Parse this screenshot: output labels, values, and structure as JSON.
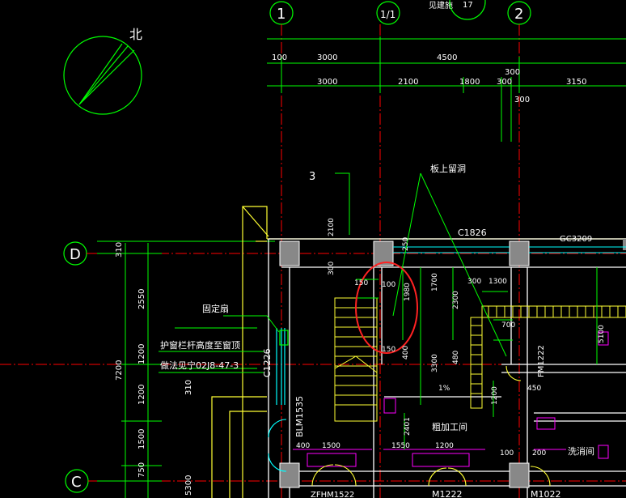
{
  "drawing": {
    "north_label": "北",
    "top_ref": "见建施",
    "top_ref_num": "17",
    "axes": {
      "a1": "1",
      "a11": "1/1",
      "a2": "2",
      "aD": "D",
      "aC": "C"
    },
    "dims_top_row1": [
      "100",
      "3000",
      "4500",
      "300"
    ],
    "dims_top_row2": [
      "3000",
      "2100",
      "1800",
      "300",
      "3150",
      "300"
    ],
    "dims_left": [
      "310",
      "2550",
      "1200",
      "7200",
      "1200",
      "1500",
      "750",
      "5300",
      "310"
    ],
    "dims_inner": [
      "2100",
      "300",
      "100",
      "150",
      "1980",
      "1700",
      "2300",
      "300",
      "1300",
      "700",
      "400",
      "3300",
      "480",
      "1200",
      "450",
      "150",
      "250",
      "2401",
      "1550",
      "1200",
      "400",
      "1500",
      "100",
      "200",
      "5100",
      "1%"
    ],
    "labels": {
      "label_3": "3",
      "window_hole": "板上留洞",
      "c1826": "C1826",
      "gc3209": "GC3209",
      "fixed_sash": "固定扇",
      "rail_note_1": "护窗栏杆高度至窗顶",
      "rail_note_2": "做法见宁02J8-47-3",
      "c1226": "C1226",
      "blm1535": "BLM1535",
      "fm1222": "FM1222",
      "workshop": "粗加工间",
      "wash_room": "洗消间",
      "m1222": "M1222",
      "m1022": "M1022",
      "zfhm": "ZFHM1522"
    }
  }
}
